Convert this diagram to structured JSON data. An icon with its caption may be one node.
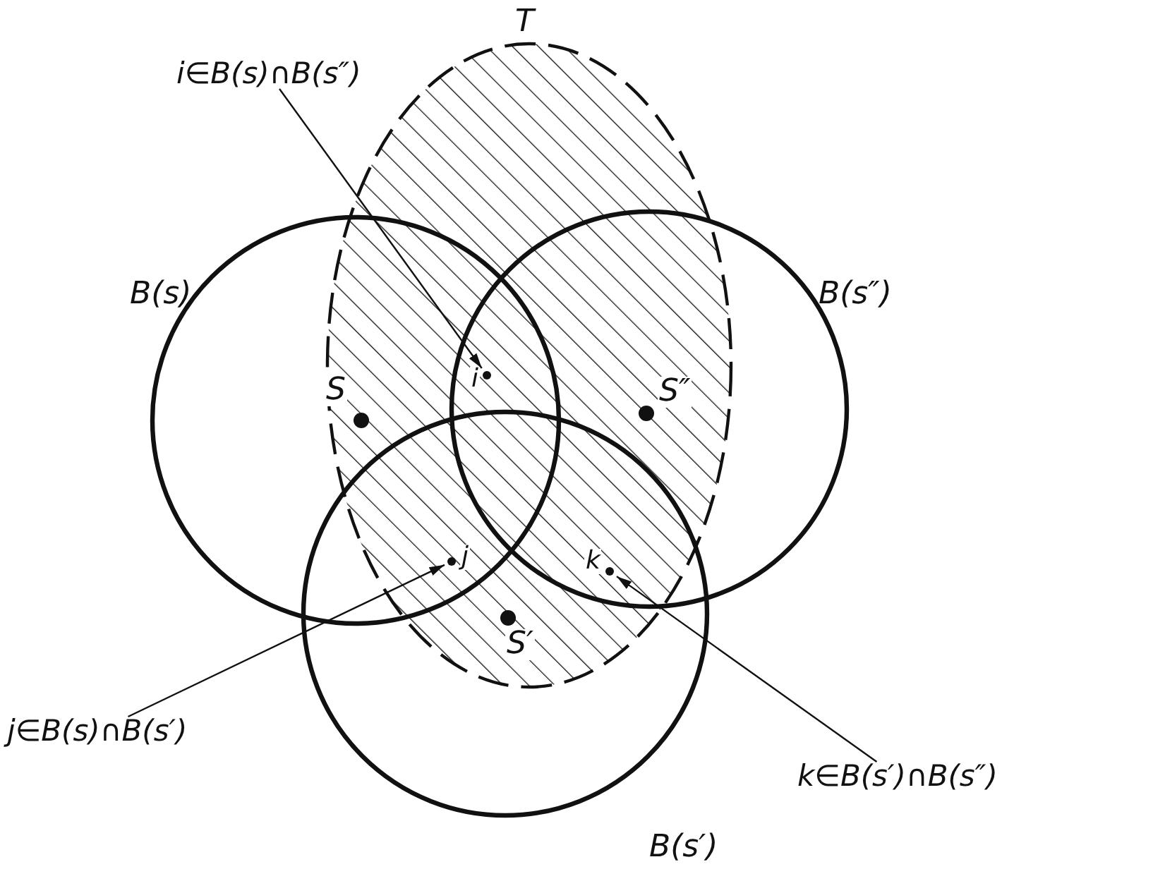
{
  "diagram": {
    "nodes": [
      {
        "text": [
          "T"
        ]
      },
      {
        "text": [
          "B(s)"
        ]
      },
      {
        "text": [
          "B(s″)"
        ]
      },
      {
        "text": [
          "B(s′)"
        ]
      },
      {
        "text": [
          "S"
        ]
      },
      {
        "text": [
          "S″"
        ]
      },
      {
        "text": [
          "S′"
        ]
      },
      {
        "text": [
          "i"
        ]
      },
      {
        "text": [
          "j"
        ]
      },
      {
        "text": [
          "k"
        ]
      },
      {
        "text": [
          "i∈B(s)∩B(s″)"
        ]
      },
      {
        "text": [
          "j∈B(s)∩B(s′)"
        ]
      },
      {
        "text": [
          "k∈B(s′)∩B(s″)"
        ]
      }
    ],
    "edges": [
      {
        "from": 10,
        "to": 7,
        "arrow": "to"
      },
      {
        "from": 11,
        "to": 8,
        "arrow": "to"
      },
      {
        "from": 12,
        "to": 9,
        "arrow": "to"
      }
    ]
  }
}
